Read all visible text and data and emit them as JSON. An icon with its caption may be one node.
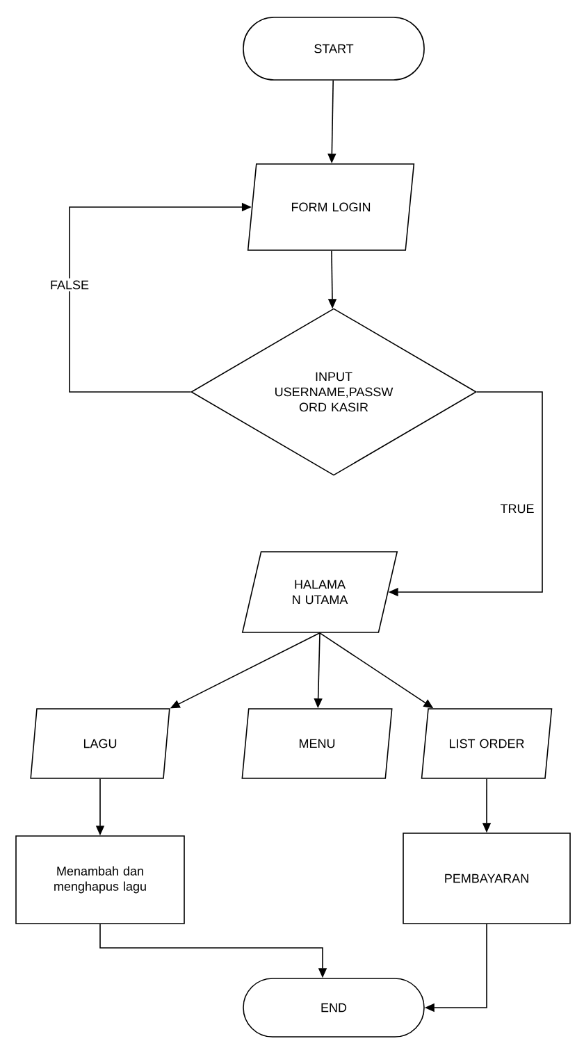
{
  "diagram": {
    "nodes": [
      {
        "text": [
          "START"
        ]
      },
      {
        "text": [
          "FORM LOGIN"
        ]
      },
      {
        "text": [
          "INPUT USERNAME,PASSW ORD KASIR"
        ]
      },
      {
        "text": [
          "HALAMA N UTAMA"
        ]
      },
      {
        "text": [
          "LAGU"
        ]
      },
      {
        "text": [
          "MENU"
        ]
      },
      {
        "text": [
          "LIST ORDER"
        ]
      },
      {
        "text": [
          "Menambah dan menghapus lagu"
        ]
      },
      {
        "text": [
          "PEMBAYARAN"
        ]
      },
      {
        "text": [
          "END"
        ]
      }
    ],
    "edges": [
      {
        "from": 0,
        "to": 1,
        "arrow": "to"
      },
      {
        "from": 1,
        "to": 2,
        "arrow": "to"
      },
      {
        "from": 2,
        "to": 1,
        "arrow": "to",
        "label": "FALSE"
      },
      {
        "from": 2,
        "to": 3,
        "arrow": "to",
        "label": "TRUE"
      },
      {
        "from": 3,
        "to": 4,
        "arrow": "to"
      },
      {
        "from": 3,
        "to": 5,
        "arrow": "to"
      },
      {
        "from": 3,
        "to": 6,
        "arrow": "to"
      },
      {
        "from": 4,
        "to": 7,
        "arrow": "to"
      },
      {
        "from": 6,
        "to": 8,
        "arrow": "to"
      },
      {
        "from": 7,
        "to": 9,
        "arrow": "to"
      },
      {
        "from": 8,
        "to": 9,
        "arrow": "to"
      }
    ]
  }
}
